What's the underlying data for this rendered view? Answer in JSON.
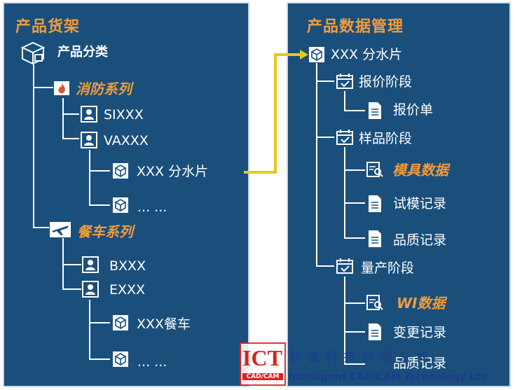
{
  "left": {
    "title": "产品货架",
    "category": "产品分类",
    "series1": "消防系列",
    "si": "SIXXX",
    "va": "VAXXX",
    "part1": "XXX 分水片",
    "ellipsis1": "... ...",
    "series2": "餐车系列",
    "b": "BXXX",
    "e": "EXXX",
    "part2": "XXX餐车",
    "ellipsis2": "... ..."
  },
  "right": {
    "title": "产品数据管理",
    "root": "XXX 分水片",
    "stage1": "报价阶段",
    "quote": "报价单",
    "stage2": "样品阶段",
    "mold": "模具数据",
    "trial": "试模记录",
    "quality1": "品质记录",
    "stage3": "量产阶段",
    "wi": "WI数据",
    "change": "变更记录",
    "quality2": "品质记录"
  },
  "watermark": {
    "logo": "ICT",
    "logo_sub": "CAD/CAM",
    "cn": "智誠科技有限公司",
    "en": "Intelligent CAD/CAM Technology Ltd."
  },
  "colors": {
    "panel": "#1a4f7c",
    "accent": "#f39b3a",
    "connector": "#e8c81a",
    "line": "#ffffff"
  }
}
